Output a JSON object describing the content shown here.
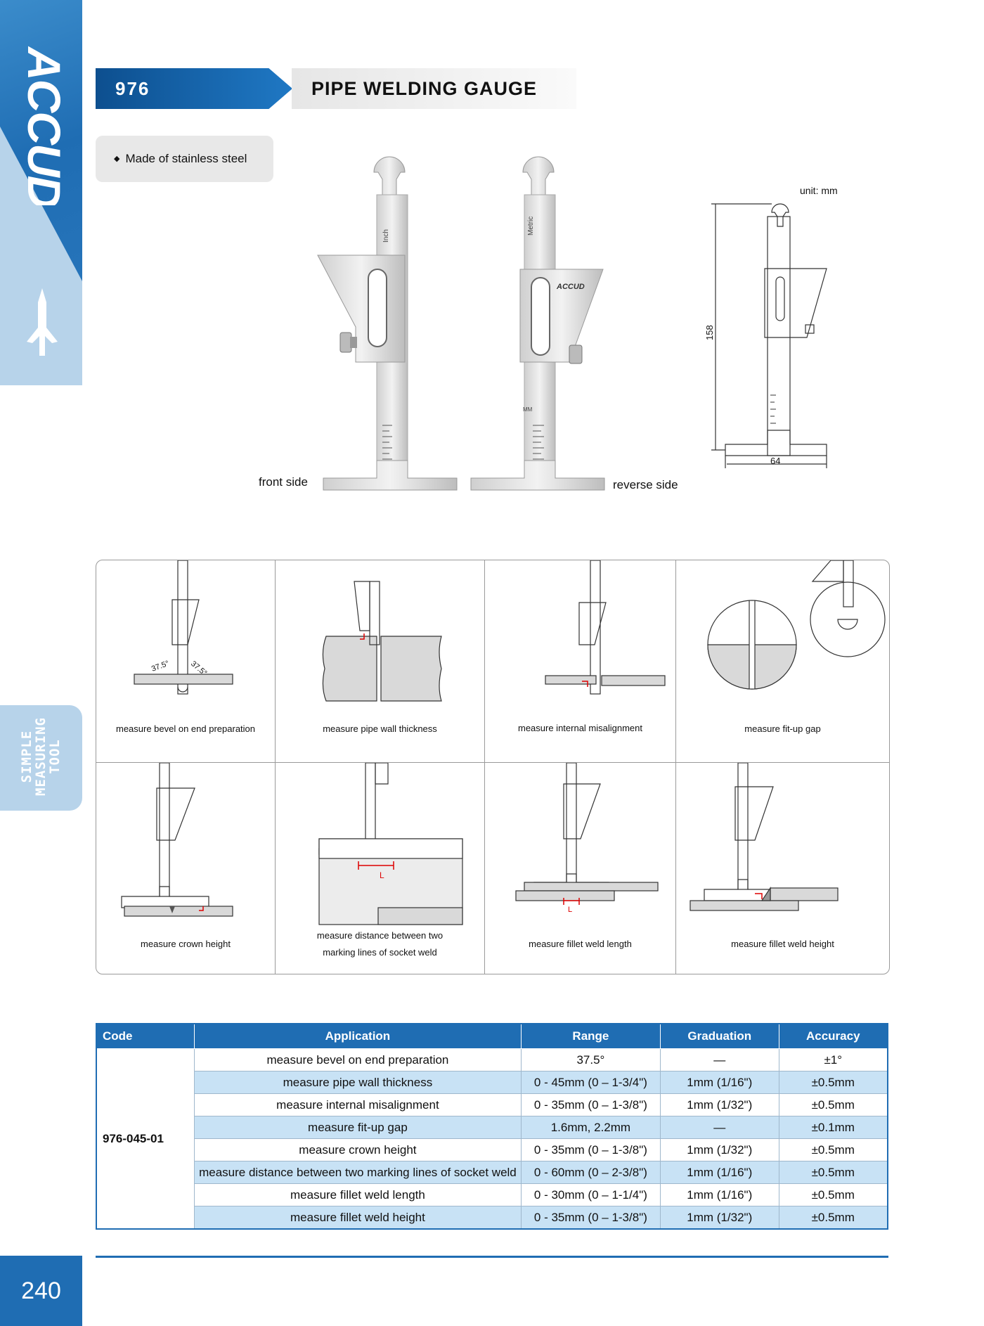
{
  "brand": "ACCUD",
  "side_tab": [
    "SIMPLE",
    "MEASURING TOOL"
  ],
  "header": {
    "code": "976",
    "title": "PIPE WELDING GAUGE"
  },
  "feature": "Made of stainless steel",
  "photo_labels": {
    "front": "front side",
    "reverse": "reverse side"
  },
  "photo_marks": {
    "front": "Inch",
    "reverse": "Metric",
    "logo": "ACCUD",
    "mm": "MM"
  },
  "drawing": {
    "unit": "unit: mm",
    "height": "158",
    "width": "64"
  },
  "applications": [
    {
      "caption": "measure bevel on end preparation",
      "angle_left": "37.5°",
      "angle_right": "37.5°"
    },
    {
      "caption": "measure pipe wall thickness"
    },
    {
      "caption": "measure internal misalignment"
    },
    {
      "caption": "measure fit-up gap"
    },
    {
      "caption": "measure crown height"
    },
    {
      "caption_line1": "measure distance between two",
      "caption_line2": "marking lines of socket weld",
      "mark": "L"
    },
    {
      "caption": "measure fillet weld length",
      "mark": "L"
    },
    {
      "caption": "measure fillet weld height"
    }
  ],
  "table": {
    "headers": [
      "Code",
      "Application",
      "Range",
      "Graduation",
      "Accuracy"
    ],
    "code": "976-045-01",
    "rows": [
      [
        "measure bevel on end preparation",
        "37.5°",
        "—",
        "±1°"
      ],
      [
        "measure pipe wall thickness",
        "0 - 45mm (0 – 1-3/4\")",
        "1mm (1/16\")",
        "±0.5mm"
      ],
      [
        "measure internal misalignment",
        "0 - 35mm (0 – 1-3/8\")",
        "1mm (1/32\")",
        "±0.5mm"
      ],
      [
        "measure fit-up gap",
        "1.6mm, 2.2mm",
        "—",
        "±0.1mm"
      ],
      [
        "measure crown height",
        "0 - 35mm (0 – 1-3/8\")",
        "1mm (1/32\")",
        "±0.5mm"
      ],
      [
        "measure distance between two marking lines of socket weld",
        "0 - 60mm (0 – 2-3/8\")",
        "1mm (1/16\")",
        "±0.5mm"
      ],
      [
        "measure fillet weld length",
        "0 - 30mm (0 – 1-1/4\")",
        "1mm (1/16\")",
        "±0.5mm"
      ],
      [
        "measure fillet weld height",
        "0 - 35mm (0 – 1-3/8\")",
        "1mm (1/32\")",
        "±0.5mm"
      ]
    ]
  },
  "page_number": "240",
  "colors": {
    "brand_blue": "#1f6db3",
    "light_blue": "#b7d3ea",
    "row_alt": "#c8e2f5"
  }
}
